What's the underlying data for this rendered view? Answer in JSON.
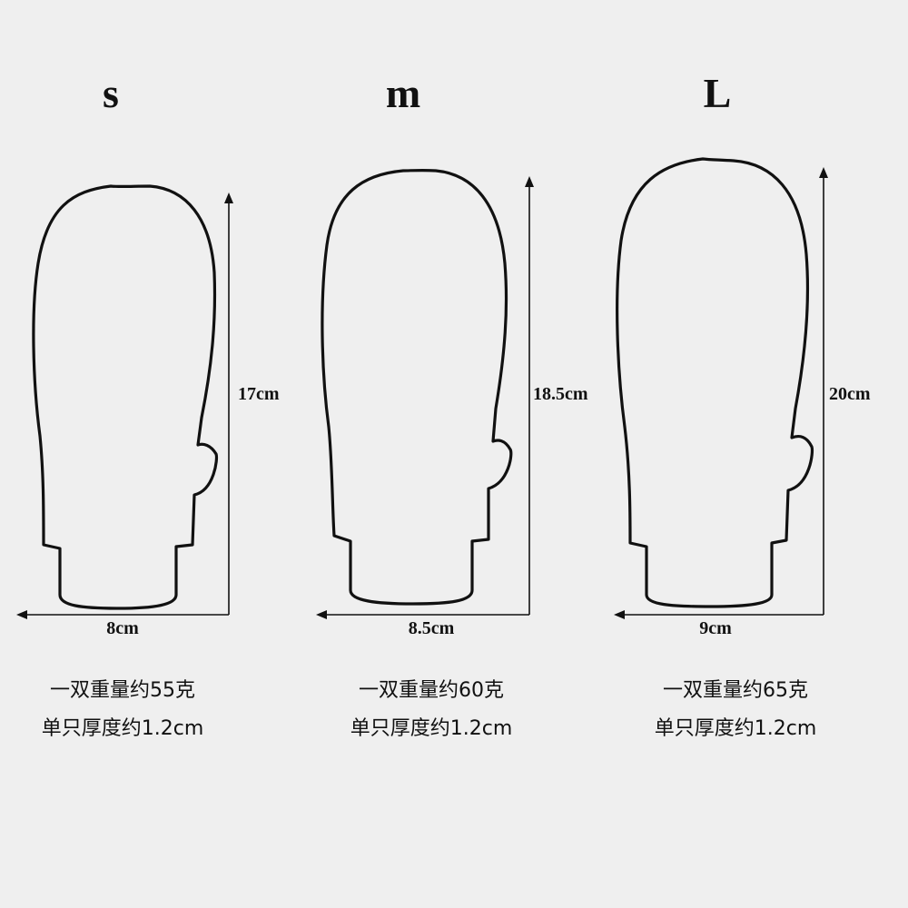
{
  "sizes": [
    {
      "size": "s",
      "height": "17cm",
      "width": "8cm",
      "weight": "一双重量约55克",
      "thickness": "单只厚度约1.2cm"
    },
    {
      "size": "m",
      "height": "18.5cm",
      "width": "8.5cm",
      "weight": "一双重量约60克",
      "thickness": "单只厚度约1.2cm"
    },
    {
      "size": "L",
      "height": "20cm",
      "width": "9cm",
      "weight": "一双重量约65克",
      "thickness": "单只厚度约1.2cm"
    }
  ]
}
